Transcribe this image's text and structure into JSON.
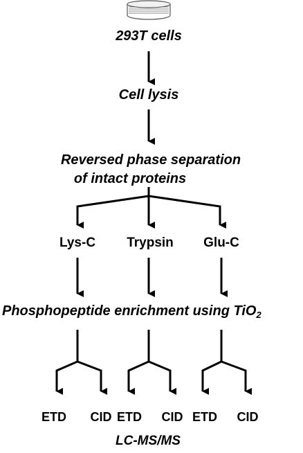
{
  "steps": {
    "cells": "293T cells",
    "lysis": "Cell lysis",
    "separation_line1": "Reversed phase separation",
    "separation_line2": "of intact proteins",
    "enrichment": "Phosphopeptide enrichment using TiO",
    "enrichment_subscript": "2",
    "analysis": "LC-MS/MS"
  },
  "enzymes": [
    "Lys-C",
    "Trypsin",
    "Glu-C"
  ],
  "fragmentation": [
    "ETD",
    "CID",
    "ETD",
    "CID",
    "ETD",
    "CID"
  ],
  "icons": {
    "dish": "petri-dish-icon"
  },
  "colors": {
    "ink": "#000000",
    "background": "#ffffff",
    "dish_gray": "#8a8a8a"
  }
}
